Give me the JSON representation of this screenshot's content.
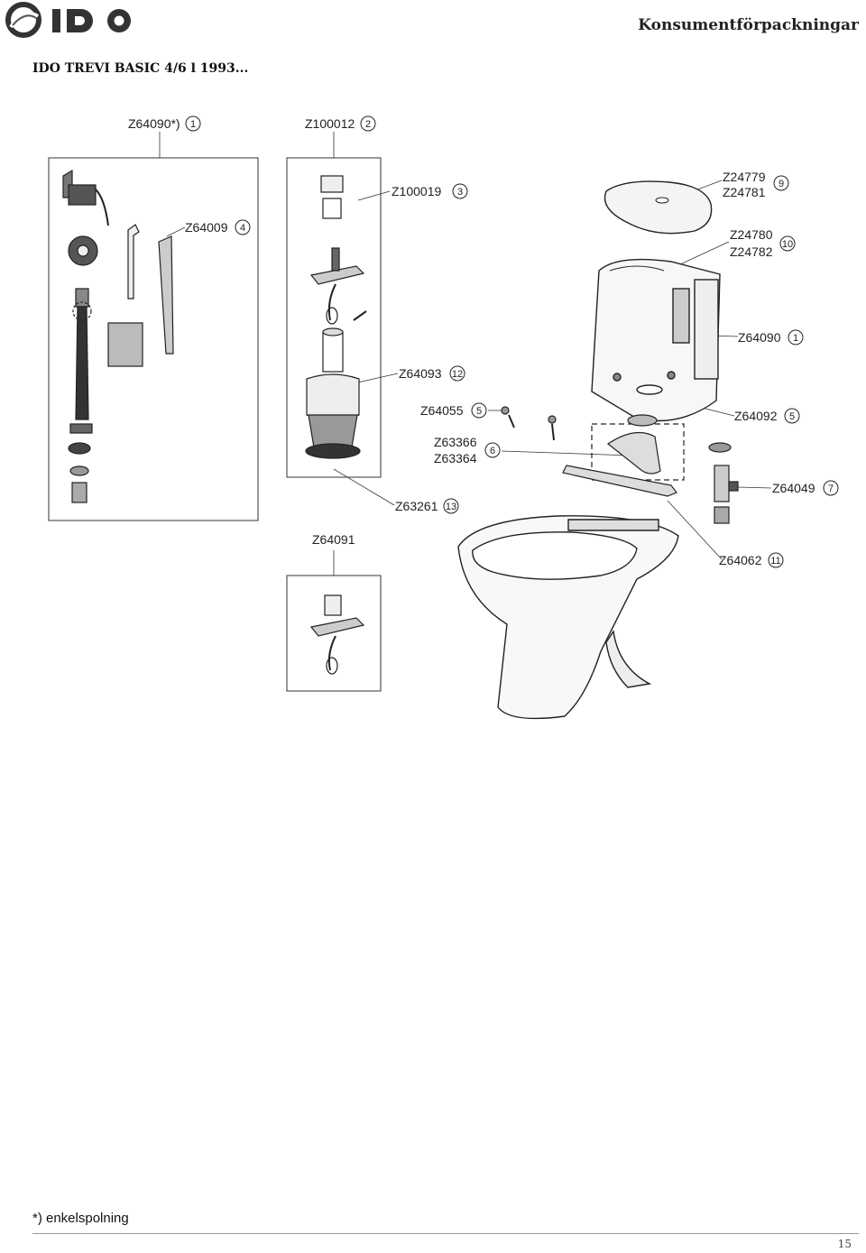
{
  "header": {
    "brand": "IDO",
    "title": "Konsumentförpackningar"
  },
  "model_title": "IDO TREVI BASIC 4/6 l 1993...",
  "callouts": [
    {
      "id": "c1",
      "codes": [
        "Z64090*)"
      ],
      "number": "1"
    },
    {
      "id": "c2",
      "codes": [
        "Z100012"
      ],
      "number": "2"
    },
    {
      "id": "c3",
      "codes": [
        "Z100019"
      ],
      "number": "3"
    },
    {
      "id": "c4",
      "codes": [
        "Z64009"
      ],
      "number": "4"
    },
    {
      "id": "c5",
      "codes": [
        "Z24779",
        "Z24781"
      ],
      "number": "9"
    },
    {
      "id": "c6",
      "codes": [
        "Z24780",
        "Z24782"
      ],
      "number": "10"
    },
    {
      "id": "c7",
      "codes": [
        "Z64090"
      ],
      "number": "1"
    },
    {
      "id": "c8",
      "codes": [
        "Z64093"
      ],
      "number": "12"
    },
    {
      "id": "c9",
      "codes": [
        "Z64055"
      ],
      "number": "5"
    },
    {
      "id": "c10",
      "codes": [
        "Z64092"
      ],
      "number": "5"
    },
    {
      "id": "c11",
      "codes": [
        "Z63366",
        "Z63364"
      ],
      "number": "6"
    },
    {
      "id": "c12",
      "codes": [
        "Z64049"
      ],
      "number": "7"
    },
    {
      "id": "c13",
      "codes": [
        "Z63261"
      ],
      "number": "13"
    },
    {
      "id": "c14",
      "codes": [
        "Z64091"
      ],
      "number": ""
    },
    {
      "id": "c15",
      "codes": [
        "Z64062"
      ],
      "number": "11"
    }
  ],
  "footnote": "*) enkelspolning",
  "page_number": "15"
}
